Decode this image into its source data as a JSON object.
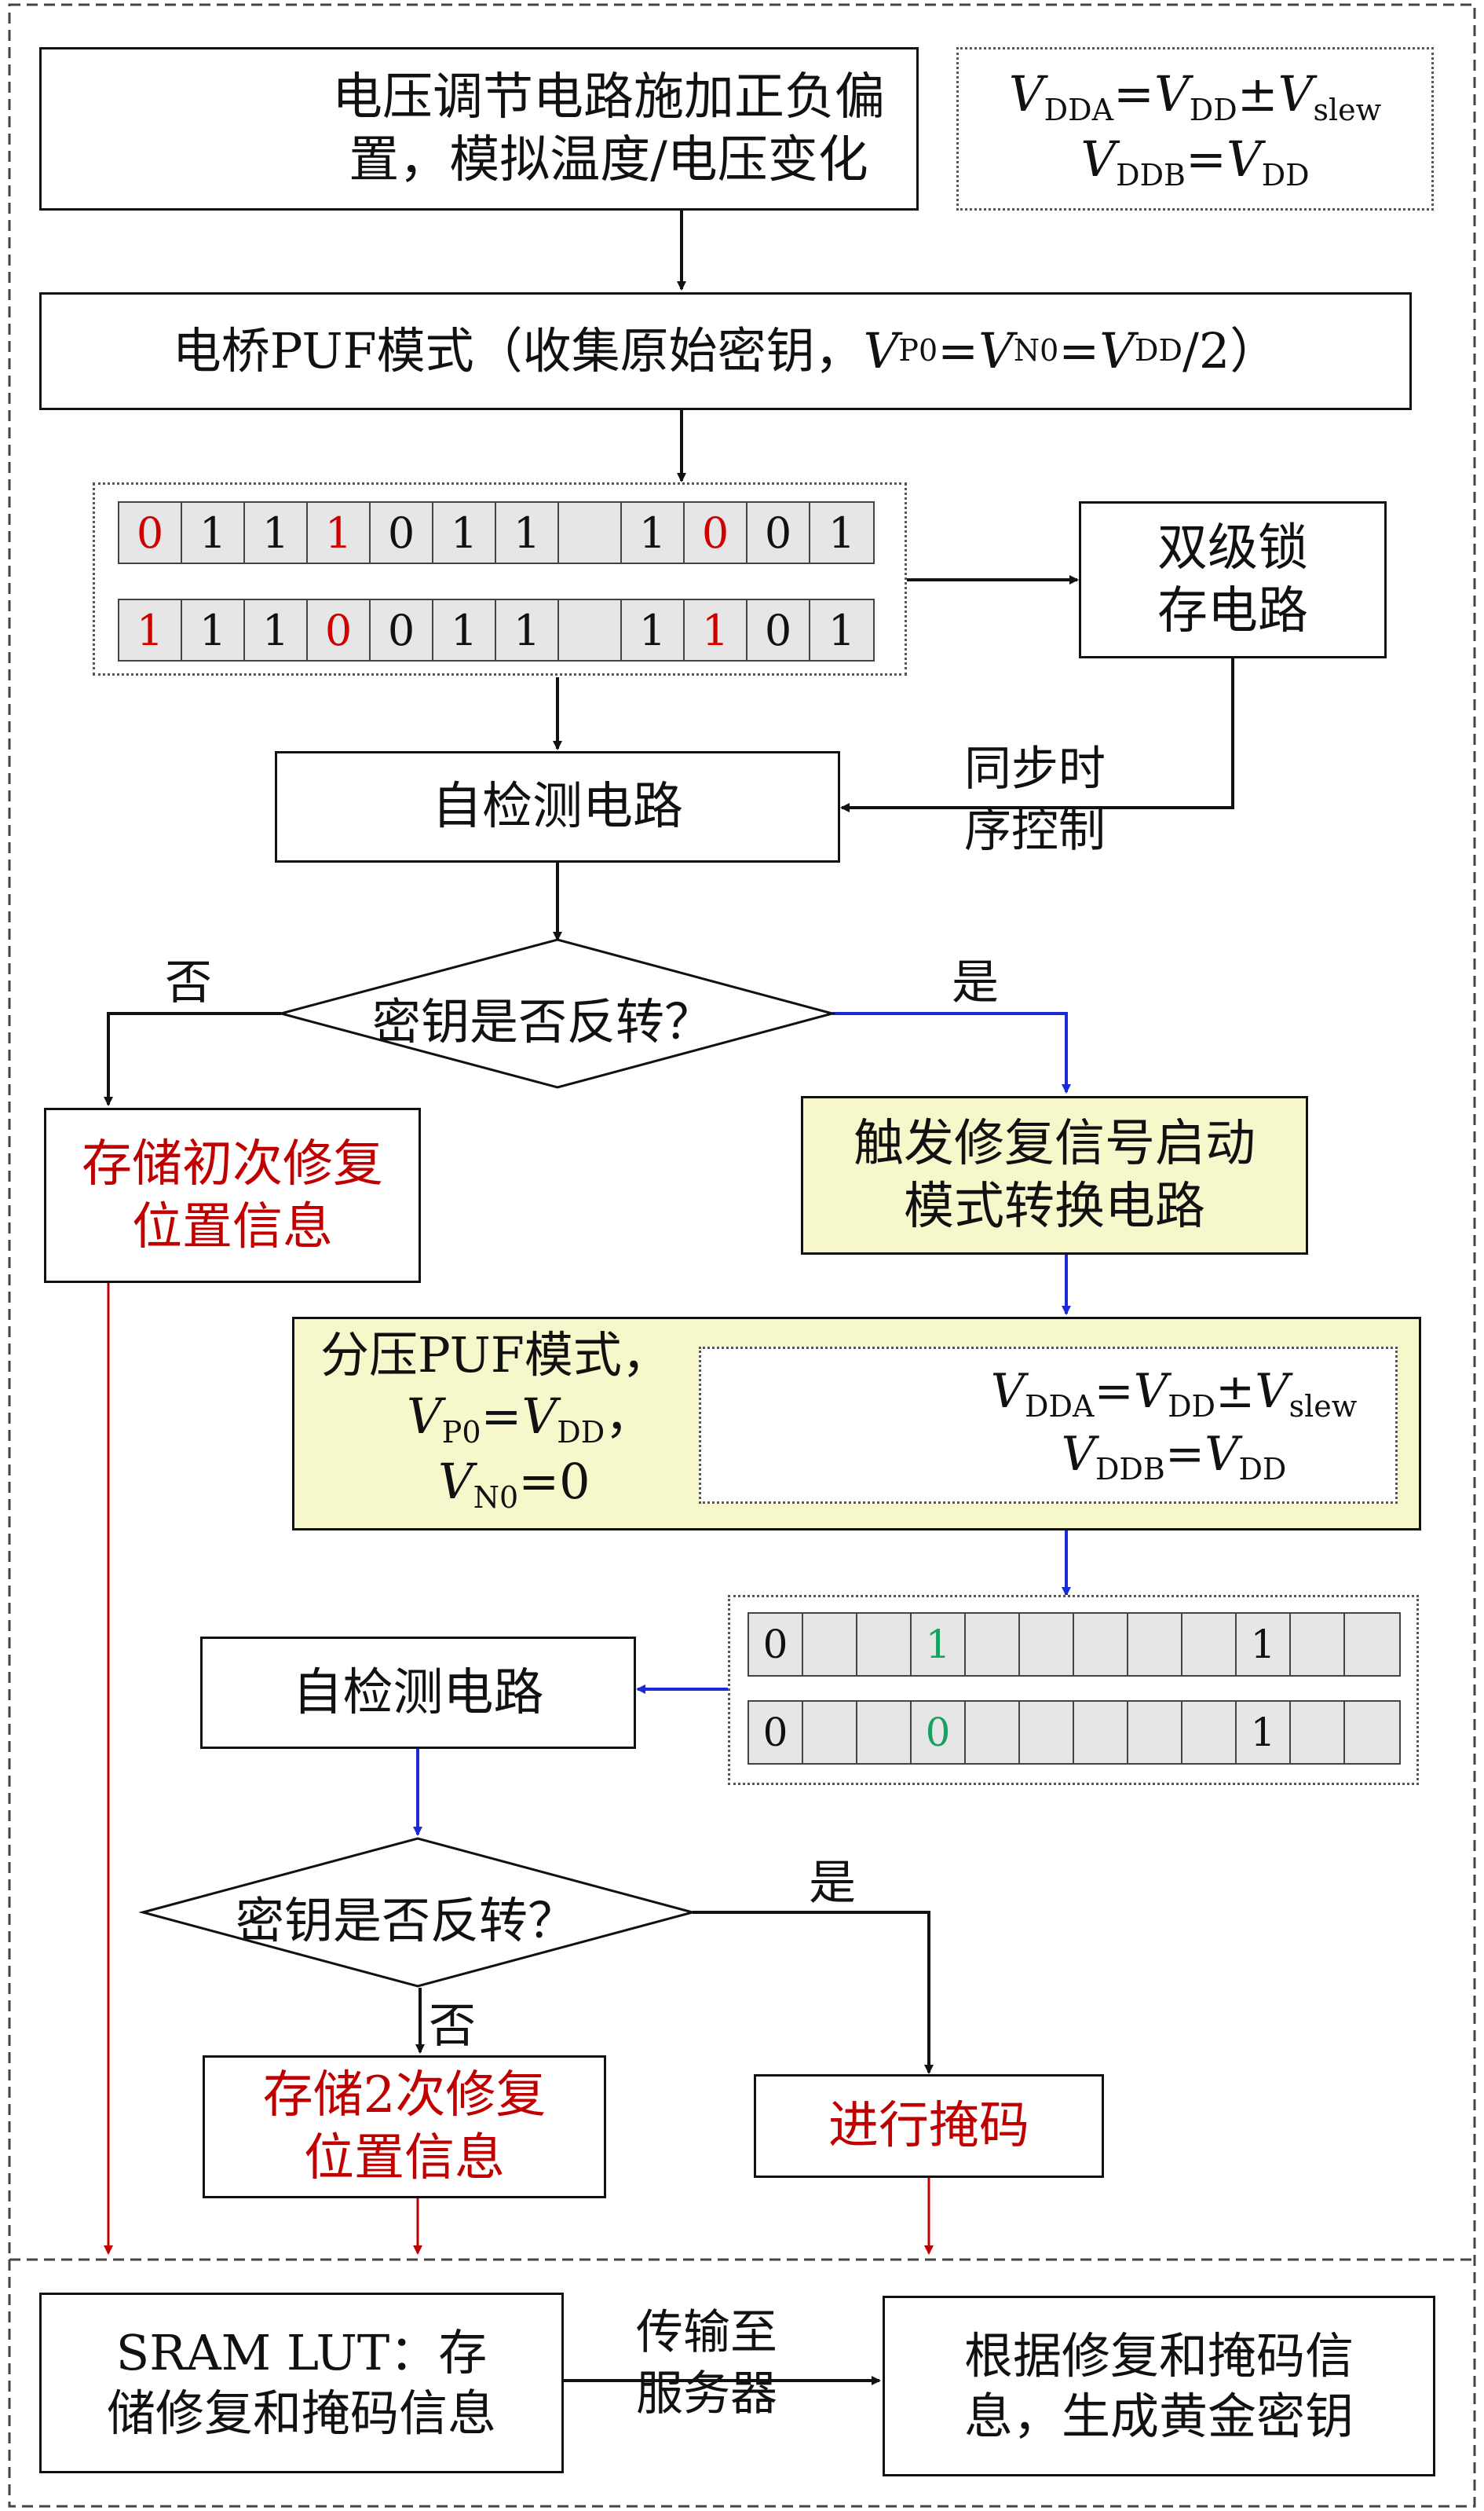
{
  "top_box": {
    "line1": "电压调节电路施加正负偏",
    "line2": "置，模拟温度/电压变化"
  },
  "voltage_note_top": {
    "vdda": "V",
    "vdda_sub": "DDA",
    "eq1": "=",
    "vdd": "V",
    "vdd_sub": "DD",
    "pm": "±",
    "vslew": "V",
    "vslew_sub": "slew",
    "vddb": "V",
    "vddb_sub": "DDB",
    "eq2": "=",
    "vdd2": "V",
    "vdd2_sub": "DD"
  },
  "bridge_box": {
    "text": "电桥PUF模式（收集原始密钥，",
    "vp": "V",
    "vp_sub": "P0",
    "eq": "=",
    "vn": "V",
    "vn_sub": "N0",
    "eq2": "=",
    "vdd": "V",
    "vdd_sub": "DD",
    "tail": "/2）"
  },
  "bit_row_1": [
    "0",
    "1",
    "1",
    "1",
    "0",
    "1",
    "1",
    "",
    "1",
    "0",
    "0",
    "1"
  ],
  "bit_row_2": [
    "1",
    "1",
    "1",
    "0",
    "0",
    "1",
    "1",
    "",
    "1",
    "1",
    "0",
    "1"
  ],
  "latch_box": {
    "line1": "双级锁",
    "line2": "存电路"
  },
  "sync_label": {
    "line1": "同步时",
    "line2": "序控制"
  },
  "selfcheck_1": "自检测电路",
  "decision_1": {
    "text": "密钥是否反转？",
    "no": "否",
    "yes": "是"
  },
  "store_first": {
    "line1": "存储初次修复",
    "line2": "位置信息"
  },
  "trigger_box": {
    "line1": "触发修复信号启动",
    "line2": "模式转换电路"
  },
  "divider_box": {
    "title": "分压PUF模式，",
    "vp": "V",
    "vp_sub": "P0",
    "vp_eq": "=",
    "vp_vdd": "V",
    "vp_vdd_sub": "DD",
    "vp_tail": "，",
    "vn": "V",
    "vn_sub": "N0",
    "vn_eq": "=0",
    "inner": {
      "vdda": "V",
      "vdda_sub": "DDA",
      "eq1": "=",
      "vdd": "V",
      "vdd_sub": "DD",
      "pm": "±",
      "vslew": "V",
      "vslew_sub": "slew",
      "vddb": "V",
      "vddb_sub": "DDB",
      "eq2": "=",
      "vdd2": "V",
      "vdd2_sub": "DD"
    }
  },
  "bit_row_3": [
    "0",
    "",
    "",
    "1",
    "",
    "",
    "",
    "",
    "",
    "1",
    "",
    ""
  ],
  "bit_row_4": [
    "0",
    "",
    "",
    "0",
    "",
    "",
    "",
    "",
    "",
    "1",
    "",
    ""
  ],
  "selfcheck_2": "自检测电路",
  "decision_2": {
    "text": "密钥是否反转？",
    "no": "否",
    "yes": "是"
  },
  "store_second": {
    "line1": "存储2次修复",
    "line2": "位置信息"
  },
  "mask_box": "进行掩码",
  "lut_box": {
    "line1": "SRAM LUT：存",
    "line2": "储修复和掩码信息"
  },
  "transfer_label": {
    "line1": "传输至",
    "line2": "服务器"
  },
  "golden_box": {
    "line1": "根据修复和掩码信",
    "line2": "息，生成黄金密钥"
  },
  "colors": {
    "red_text": "#c00000",
    "blue_arrow": "#1a2ad8",
    "red_arrow": "#c00000",
    "green_bit": "#1aa060",
    "yellow_fill": "#f6f8cc"
  }
}
